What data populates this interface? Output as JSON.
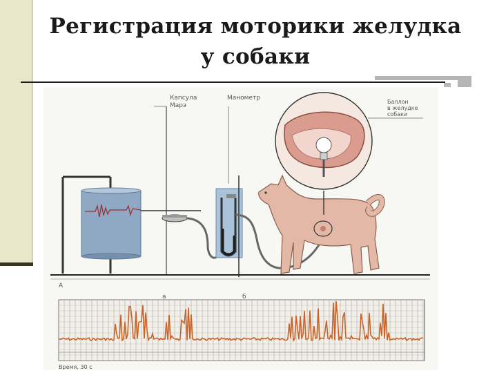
{
  "slide": {
    "title": "Регистрация моторики желудка у собаки"
  },
  "figure": {
    "labels": {
      "capsule": [
        "Капсула",
        "Марэ"
      ],
      "manometer": "Манометр",
      "balloon": [
        "Баллон",
        "в желудке",
        "собаки"
      ],
      "panel": "А",
      "mark_a": "а",
      "mark_b": "б",
      "time": "Время, 30 с"
    },
    "colors": {
      "trace": "#c8642a",
      "drum": "#8fa9c4",
      "dog": "#e3b8a6",
      "stomach": "#d99c8e",
      "paper": "#f2efe8"
    },
    "icons": [
      "kymograph-drum",
      "marey-capsule",
      "manometer-tube",
      "dog",
      "stomach-inset",
      "balloon"
    ]
  }
}
